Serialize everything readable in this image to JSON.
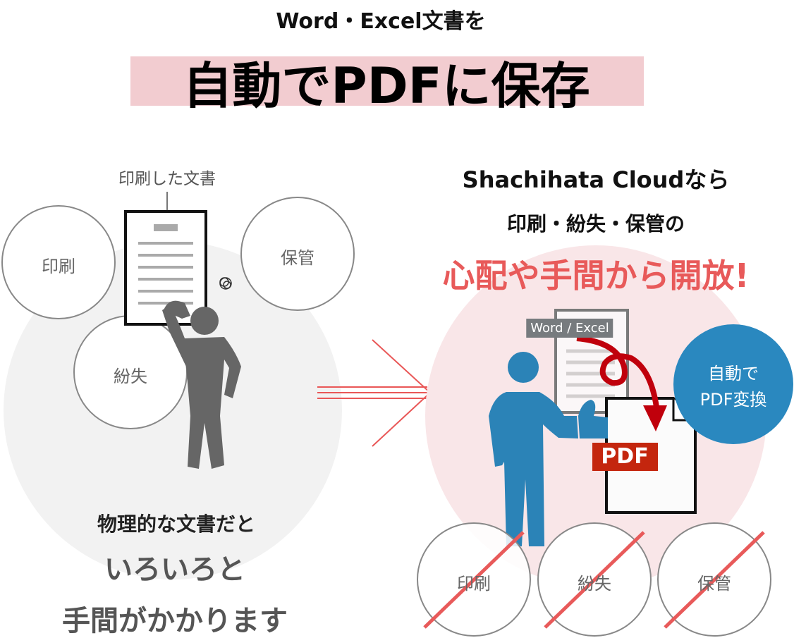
{
  "header": {
    "subtitle": "Word・Excel文書を",
    "title": "自動でPDFに保存"
  },
  "left": {
    "doc_label": "印刷した文書",
    "circles": [
      "印刷",
      "紛失",
      "保管"
    ],
    "caption1": "物理的な文書だと",
    "caption2": "いろいろと",
    "caption3": "手間がかかります"
  },
  "right": {
    "line1": "Shachihata Cloudなら",
    "line2": "印刷・紛失・保管の",
    "line3": "心配や手間から開放!",
    "doc_tag": "Word / Excel",
    "pdf_badge": "PDF",
    "bubble_line1": "自動で",
    "bubble_line2": "PDF変換",
    "circles": [
      "印刷",
      "紛失",
      "保管"
    ]
  },
  "colors": {
    "highlight": "#f2ccd0",
    "accent_red": "#e85a5a",
    "blue": "#2a86bd",
    "pdf_red": "#c4260e",
    "gray_figure": "#666666"
  }
}
